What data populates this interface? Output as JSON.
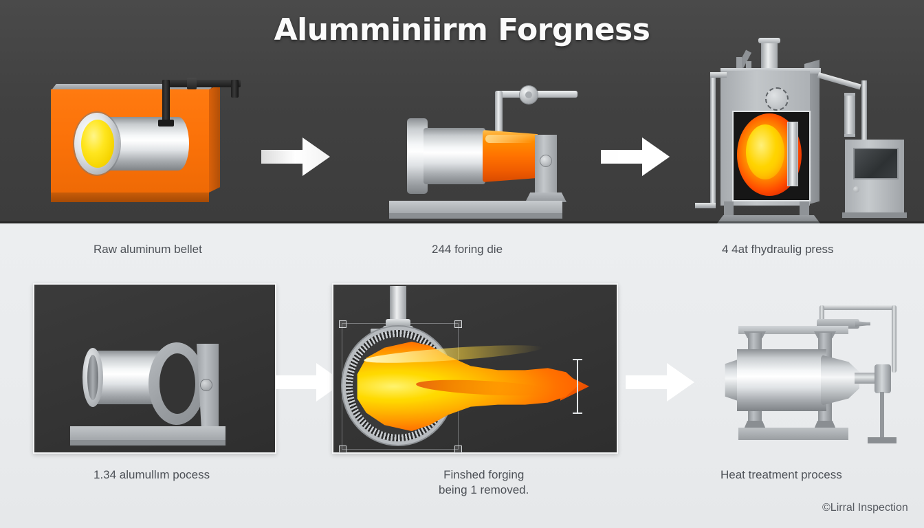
{
  "page": {
    "title": "Alumminiirm Forgness",
    "background_top": "#3f3f3f",
    "background_bottom": "#eceef0",
    "accent_hot": "#ff7a10",
    "accent_glow": "#ffd400",
    "metal": "#b8bcc0"
  },
  "steps": [
    {
      "id": "step-1",
      "caption": "Raw aluminum bellet",
      "figure": "billet-in-furnace",
      "parts": [
        "furnace-box",
        "billet-cylinder",
        "hot-billet-end",
        "gas-pipe"
      ]
    },
    {
      "id": "step-2",
      "caption": "244 foring die",
      "figure": "forging-die",
      "parts": [
        "die-ram",
        "glowing-billet",
        "support-stand",
        "overhead-pipe",
        "valve-wheel"
      ]
    },
    {
      "id": "step-3",
      "caption": "4 4at fhydraulig press",
      "figure": "hydraulic-press",
      "parts": [
        "press-frame",
        "exhaust-stack",
        "gauge-dial",
        "furnace-window-glow",
        "control-cabinet",
        "cabinet-screen"
      ]
    },
    {
      "id": "step-4",
      "caption": "1.34 alumullım pocess",
      "figure": "die-assembly",
      "parts": [
        "cylinder",
        "die-ring",
        "support-post",
        "base-plate",
        "bolt"
      ]
    },
    {
      "id": "step-5",
      "caption": "Finshed forging\nbeing 1 removed.",
      "figure": "finished-hot-forging",
      "parts": [
        "toothed-ring",
        "hot-metal-flow",
        "ram-stem",
        "bounding-box",
        "measurement-bracket"
      ]
    },
    {
      "id": "step-6",
      "caption": "Heat treatment process",
      "figure": "heat-treatment-furnace",
      "parts": [
        "drum-vessel",
        "frame-columns",
        "base-plate",
        "overhead-pipe",
        "valve",
        "floor-stand"
      ]
    }
  ],
  "arrows": [
    {
      "id": "arrow-1",
      "label": "right-arrow-icon",
      "from": "step-1",
      "to": "step-2",
      "color": "#ffffff"
    },
    {
      "id": "arrow-2",
      "label": "right-arrow-icon",
      "from": "step-2",
      "to": "step-3",
      "color": "#ffffff"
    },
    {
      "id": "arrow-3",
      "label": "right-arrow-icon",
      "from": "step-4",
      "to": "step-5",
      "color": "#ffffff"
    },
    {
      "id": "arrow-4",
      "label": "right-arrow-icon",
      "from": "step-5",
      "to": "step-6",
      "color": "#ffffff"
    }
  ],
  "credit": "©Lirral Inspection"
}
